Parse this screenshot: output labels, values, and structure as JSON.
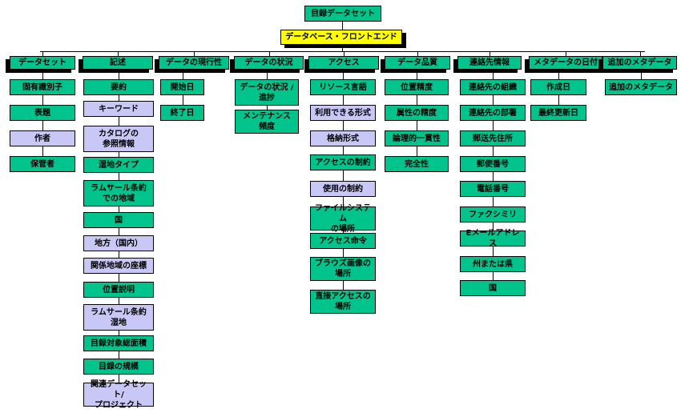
{
  "root": {
    "label": "目録データセット"
  },
  "frontend": {
    "label": "データベース・フロントエンド"
  },
  "columns": [
    {
      "label": "データセット",
      "items": [
        {
          "label": "固有識別子",
          "c": "green"
        },
        {
          "label": "表題",
          "c": "green"
        },
        {
          "label": "作者",
          "c": "lav"
        },
        {
          "label": "保管者",
          "c": "green"
        }
      ]
    },
    {
      "label": "記述",
      "items": [
        {
          "label": "要約",
          "c": "green"
        },
        {
          "label": "キーワード",
          "c": "lav"
        },
        {
          "label": "カタログの\n参照情報",
          "c": "lav"
        },
        {
          "label": "湿地タイプ",
          "c": "green"
        },
        {
          "label": "ラムサール条約\nでの地域",
          "c": "green"
        },
        {
          "label": "国",
          "c": "green"
        },
        {
          "label": "地方（国内）",
          "c": "lav"
        },
        {
          "label": "関係地域の座標",
          "c": "lav"
        },
        {
          "label": "位置説明",
          "c": "green"
        },
        {
          "label": "ラムサール条約\n湿地",
          "c": "lav"
        },
        {
          "label": "目録対象総面積",
          "c": "green"
        },
        {
          "label": "目録の規模",
          "c": "green"
        },
        {
          "label": "関連データセット/\nプロジェクト",
          "c": "lav"
        }
      ]
    },
    {
      "label": "データの現行性",
      "items": [
        {
          "label": "開始日",
          "c": "green"
        },
        {
          "label": "終了日",
          "c": "green"
        }
      ]
    },
    {
      "label": "データの状況",
      "items": [
        {
          "label": "データの状況 /\n進捗",
          "c": "green"
        },
        {
          "label": "メンテナンス\n頻度",
          "c": "green"
        }
      ]
    },
    {
      "label": "アクセス",
      "items": [
        {
          "label": "リソース言語",
          "c": "green"
        },
        {
          "label": "利用できる形式",
          "c": "lav"
        },
        {
          "label": "格納形式",
          "c": "lav"
        },
        {
          "label": "アクセスの制約",
          "c": "green"
        },
        {
          "label": "使用の制約",
          "c": "lav"
        },
        {
          "label": "ファイルシステム\nの場所",
          "c": "green"
        },
        {
          "label": "アクセス命令",
          "c": "green"
        },
        {
          "label": "ブラウズ画像の\n場所",
          "c": "green"
        },
        {
          "label": "直接アクセスの\n場所",
          "c": "green"
        }
      ]
    },
    {
      "label": "データ品質",
      "items": [
        {
          "label": "位置精度",
          "c": "green"
        },
        {
          "label": "属性の精度",
          "c": "green"
        },
        {
          "label": "論理的一貫性",
          "c": "green"
        },
        {
          "label": "完全性",
          "c": "green"
        }
      ]
    },
    {
      "label": "連絡先情報",
      "items": [
        {
          "label": "連絡先の組織",
          "c": "green"
        },
        {
          "label": "連絡先の部署",
          "c": "green"
        },
        {
          "label": "郵送先住所",
          "c": "green"
        },
        {
          "label": "郵便番号",
          "c": "green"
        },
        {
          "label": "電話番号",
          "c": "green"
        },
        {
          "label": "ファクシミリ",
          "c": "green"
        },
        {
          "label": "Eメールアドレス",
          "c": "green"
        },
        {
          "label": "州または県",
          "c": "green"
        },
        {
          "label": "国",
          "c": "green"
        }
      ]
    },
    {
      "label": "メタデータの日付",
      "items": [
        {
          "label": "作成日",
          "c": "green"
        },
        {
          "label": "最終更新日",
          "c": "green"
        }
      ]
    },
    {
      "label": "追加のメタデータ",
      "items": [
        {
          "label": "追加のメタデータ",
          "c": "green"
        }
      ]
    }
  ],
  "colors": {
    "green": "#00c48c",
    "lavender": "#c9c7f5",
    "yellow": "#ffff00",
    "line": "#000000"
  }
}
